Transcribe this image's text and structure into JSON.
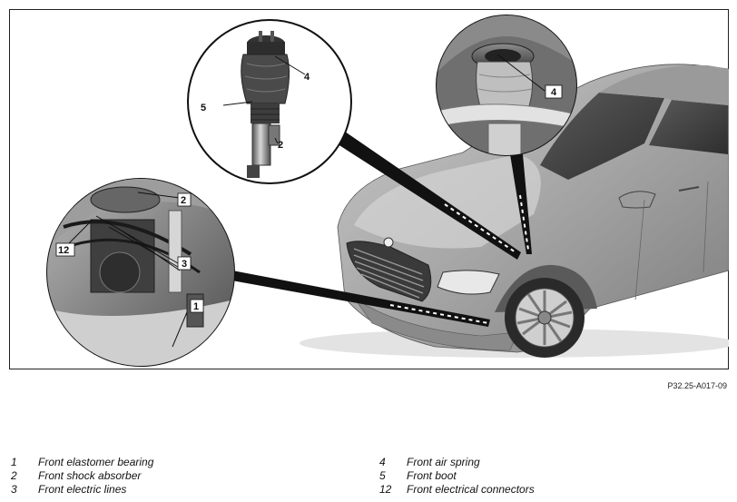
{
  "figure_id": "P32.25-A017-09",
  "callouts": {
    "bearing_detail_4": "4",
    "strut_4": "4",
    "strut_5": "5",
    "strut_2": "2",
    "engine_2": "2",
    "engine_12": "12",
    "engine_3": "3",
    "engine_1": "1"
  },
  "legend": [
    {
      "num": "1",
      "text": "Front elastomer bearing"
    },
    {
      "num": "2",
      "text": "Front shock absorber"
    },
    {
      "num": "3",
      "text": "Front electric lines"
    },
    {
      "num": "4",
      "text": "Front air spring"
    },
    {
      "num": "5",
      "text": "Front boot"
    },
    {
      "num": "12",
      "text": "Front electrical connectors"
    }
  ]
}
